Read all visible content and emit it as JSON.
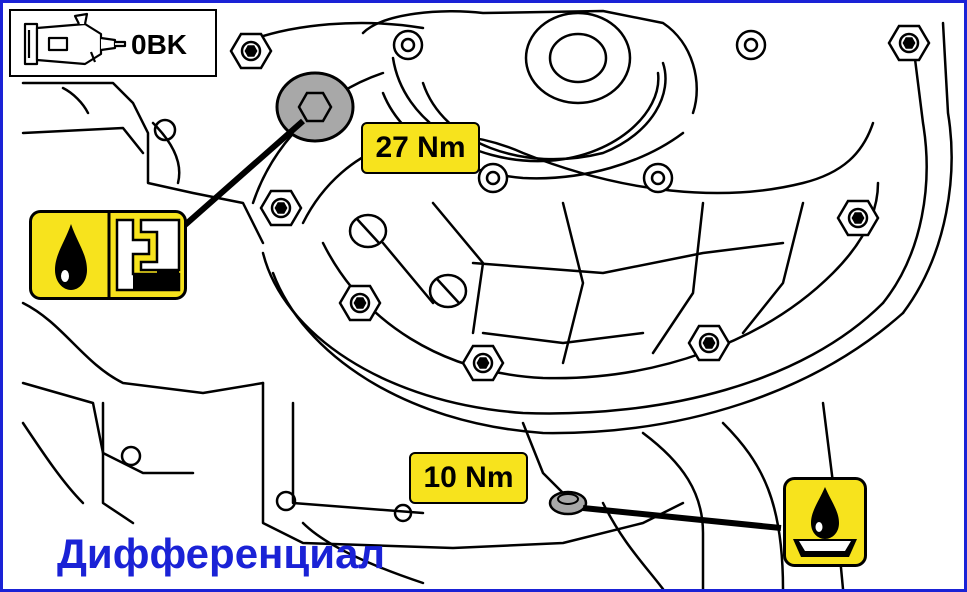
{
  "transmission_code": "0BK",
  "torque_labels": {
    "fill_plug": "27 Nm",
    "drain_plug": "10 Nm"
  },
  "caption": "Дифференциал",
  "icons": {
    "transmission": "transmission-gearbox-icon",
    "fill_check": "oil-drop-fill-level-icon",
    "drain": "oil-drop-drain-pan-icon"
  },
  "colors": {
    "frame": "#1a22d6",
    "caption": "#1a22d6",
    "label_fill": "#f7e31d",
    "plug": "#a8a8a8"
  }
}
